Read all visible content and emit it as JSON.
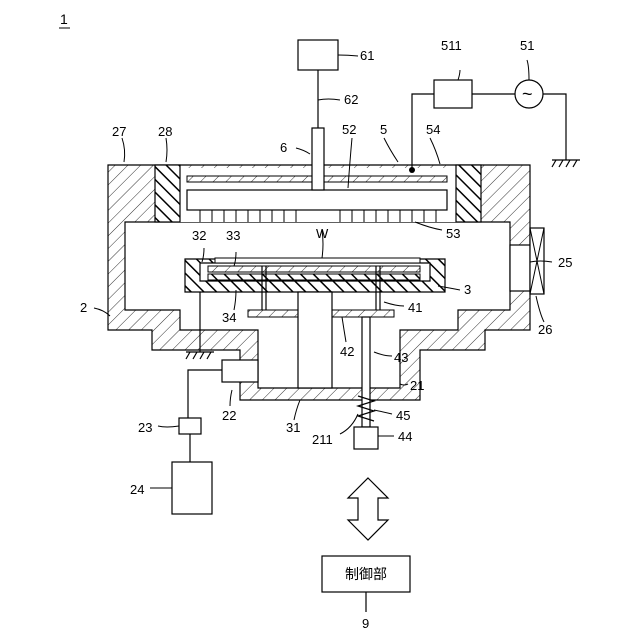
{
  "figure_number": "1",
  "labels": {
    "chamber": "2",
    "stage": "3",
    "bias_unit": "5",
    "gas_supply": "6",
    "control_unit_ref": "9",
    "bottom_part": "21",
    "exhaust_pipe": "22",
    "valve": "23",
    "exhaust_pump": "24",
    "side_port": "25",
    "gate_valve": "26",
    "lid": "27",
    "seal": "28",
    "stage_shaft": "31",
    "stage_cover": "32",
    "electrode": "33",
    "insulator": "34",
    "lift_pins": "41",
    "lift_plate": "42",
    "lift_rod": "43",
    "lift_actuator": "44",
    "bellows": "45",
    "power_supply": "51",
    "shower_head": "52",
    "gas_holes": "53",
    "insulating_ring": "54",
    "gas_source": "61",
    "gas_line": "62",
    "opening": "211",
    "matching_box": "511",
    "wafer": "W"
  },
  "control_unit": {
    "text": "制御部"
  },
  "symbols": {
    "ac_source": "~"
  }
}
